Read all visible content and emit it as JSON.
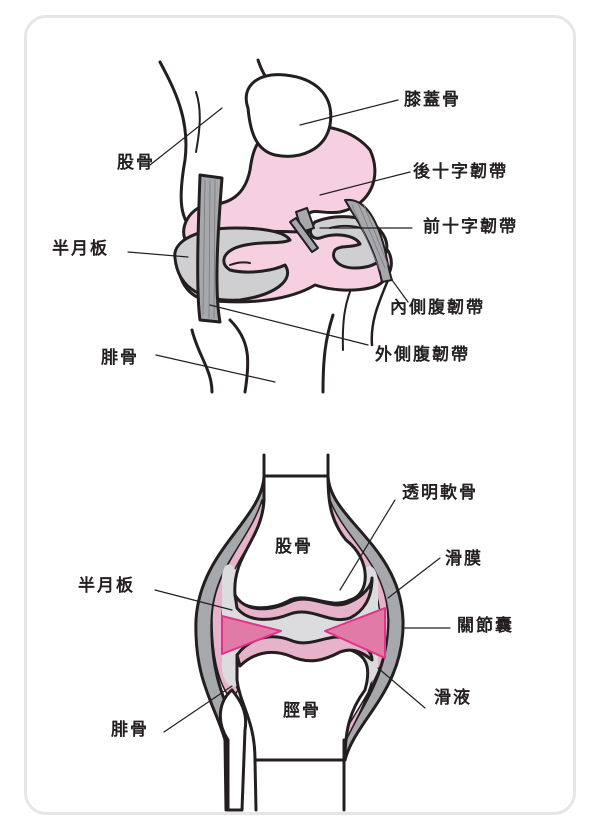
{
  "figure": {
    "colors": {
      "outline": "#231f20",
      "bone_fill": "#ffffff",
      "cartilage_pink": "#f6d0e0",
      "meniscus_gray": "#cfcfd1",
      "capsule_gray": "#a7a8ab",
      "synovium_pink": "#e6b3ca",
      "meniscus_magenta": "#e27aa8",
      "meniscus_edge": "#e0348a",
      "synovial_fluid": "#dcdcde",
      "card_border": "#e6e6e6"
    },
    "top_diagram": {
      "labels": {
        "patella": "膝蓋骨",
        "femur": "股骨",
        "posterior_cruciate_ligament": "後十字韌帶",
        "anterior_cruciate_ligament": "前十字韌帶",
        "meniscus": "半月板",
        "medial_collateral_ligament": "內側腹韌帶",
        "fibula": "腓骨",
        "lateral_collateral_ligament": "外側腹韌帶"
      }
    },
    "bottom_diagram": {
      "labels": {
        "hyaline_cartilage": "透明軟骨",
        "femur": "股骨",
        "synovial_membrane": "滑膜",
        "meniscus": "半月板",
        "joint_capsule": "關節囊",
        "synovial_fluid": "滑液",
        "fibula": "腓骨",
        "tibia": "脛骨"
      }
    }
  }
}
